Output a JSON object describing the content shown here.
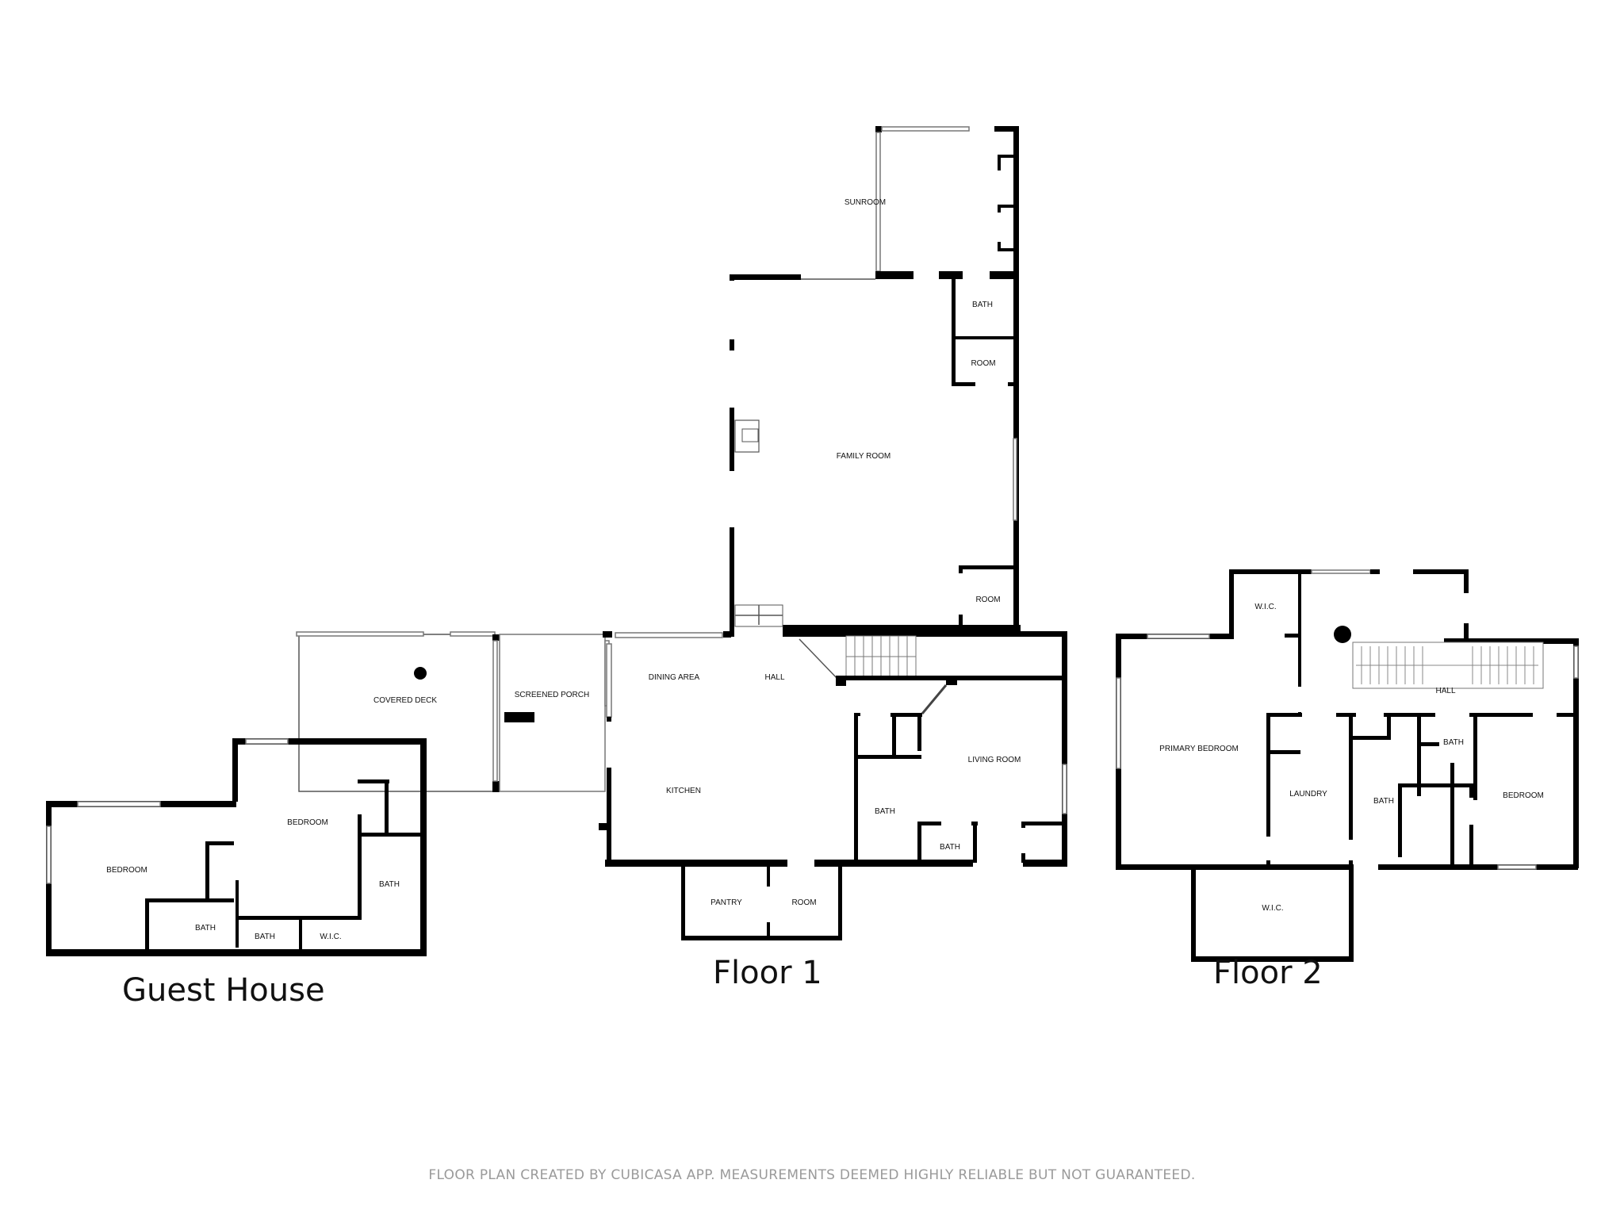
{
  "plans": {
    "guest_house": {
      "label": "Guest House",
      "rooms": [
        "COVERED DECK",
        "BEDROOM",
        "BEDROOM",
        "BATH",
        "BATH",
        "BATH",
        "W.I.C."
      ]
    },
    "floor_1": {
      "label": "Floor 1",
      "rooms": [
        "SUNROOM",
        "BATH",
        "ROOM",
        "FAMILY ROOM",
        "ROOM",
        "SCREENED PORCH",
        "DINING AREA",
        "HALL",
        "KITCHEN",
        "LIVING ROOM",
        "BATH",
        "BATH",
        "PANTRY",
        "ROOM"
      ]
    },
    "floor_2": {
      "label": "Floor 2",
      "rooms": [
        "W.I.C.",
        "HALL",
        "PRIMARY BEDROOM",
        "LAUNDRY",
        "BATH",
        "BATH",
        "BEDROOM",
        "W.I.C."
      ]
    }
  },
  "footer": {
    "disclaimer": "FLOOR PLAN CREATED BY CUBICASA APP. MEASUREMENTS DEEMED HIGHLY RELIABLE BUT NOT GUARANTEED."
  },
  "colors": {
    "wall": "#000000",
    "background": "#ffffff",
    "footer_text": "#9a9a9a"
  }
}
